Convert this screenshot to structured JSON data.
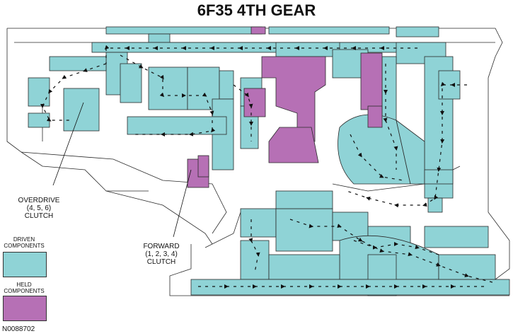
{
  "title": "6F35 4TH GEAR",
  "colors": {
    "driven": "#8fd3d6",
    "held": "#b670b5",
    "outline": "#2a2a2a",
    "arrow": "#111111",
    "light": "#f4f4f4"
  },
  "labels": {
    "overdrive": {
      "line1": "OVERDRIVE",
      "line2": "(4, 5, 6)",
      "line3": "CLUTCH"
    },
    "forward": {
      "line1": "FORWARD",
      "line2": "(1, 2, 3, 4)",
      "line3": "CLUTCH"
    }
  },
  "legend": {
    "driven": {
      "line1": "DRIVEN",
      "line2": "COMPONENTS"
    },
    "held": {
      "line1": "HELD",
      "line2": "COMPONENTS"
    }
  },
  "figure_id": "N0088702"
}
